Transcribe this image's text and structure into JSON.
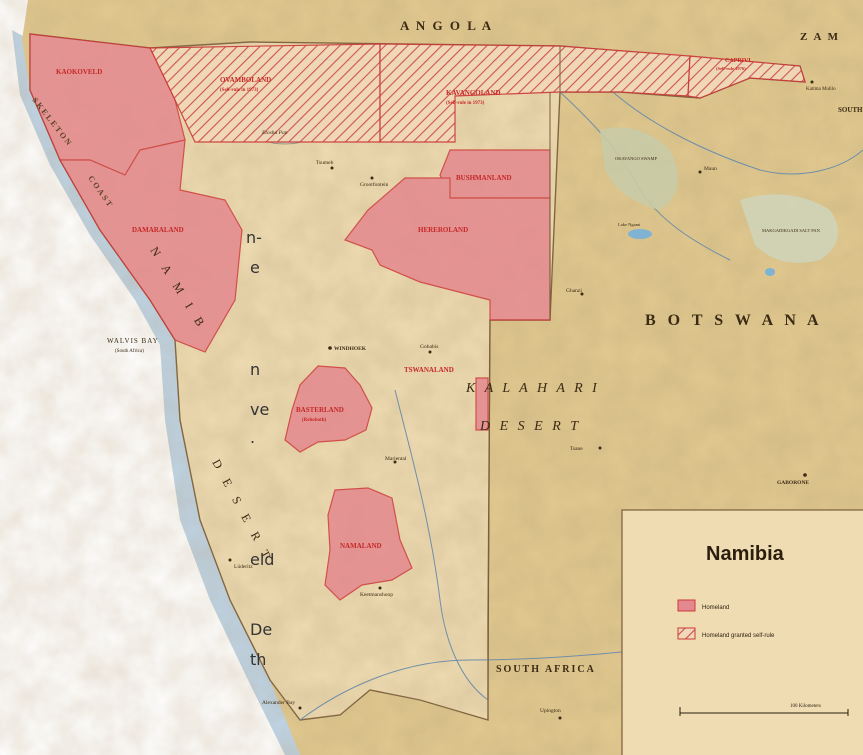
{
  "colors": {
    "sea": "#a8c6dd",
    "land_namibia": "#efdcb2",
    "land_neighbors": "#e1c98f",
    "homeland_fill": "#e4888f",
    "homeland_stroke": "#cc3a3a",
    "self_rule_hatch": "#cc4a4a",
    "border": "#7a5e3a",
    "label_red": "#c62828",
    "label_dark": "#3b2a14",
    "river": "#6f8fa8"
  },
  "countries": {
    "angola": "A N G O L A",
    "zambia": "Z A M",
    "botswana": "B O T S W A N A",
    "south_africa": "SOUTH AFRICA"
  },
  "physical": {
    "kalahari": "K A L A H A R I",
    "desert_kalahari": "D E S E R T",
    "namib": "N A M I B",
    "namib_desert": "D E S E R T",
    "skeleton_coast": "SKELETON",
    "coast": "COAST"
  },
  "enclave": {
    "name": "WALVIS BAY",
    "sub": "(South Africa)"
  },
  "homelands": [
    {
      "key": "kaokoveld",
      "name": "KAOKOVELD",
      "sub": ""
    },
    {
      "key": "ovamboland",
      "name": "OVAMBOLAND",
      "sub": "(Self-rule in 1973)"
    },
    {
      "key": "kavangoland",
      "name": "KAVANGOLAND",
      "sub": "(Self-rule in 1973)"
    },
    {
      "key": "caprivi",
      "name": "CAPRIVI",
      "sub": "(Self-rule 1976)"
    },
    {
      "key": "bushmanland",
      "name": "BUSHMANLAND",
      "sub": ""
    },
    {
      "key": "hereroland",
      "name": "HEREROLAND",
      "sub": ""
    },
    {
      "key": "damaraland",
      "name": "DAMARALAND",
      "sub": ""
    },
    {
      "key": "tswanaland",
      "name": "TSWANALAND",
      "sub": ""
    },
    {
      "key": "basterland",
      "name": "BASTERLAND",
      "sub": "(Rehoboth)"
    },
    {
      "key": "namaland",
      "name": "NAMALAND",
      "sub": ""
    }
  ],
  "places": {
    "windhoek": "WINDHOEK",
    "gaborone": "GABORONE",
    "ghanzi": "Ghanzi",
    "tsane": "Tsane",
    "tsumeb": "Tsumeb",
    "grootfontein": "Grootfontein",
    "keetmanshoop": "Keetmanshoop",
    "mariental": "Mariental",
    "luderitz": "Lüderitz",
    "okavango": "OKAVANGO SWAMP",
    "makgadikgadi": "MAKGADIKGADI SALT PAN",
    "etosha": "Etosha Pan",
    "lake_ngami": "Lake Ngami",
    "alexander_bay": "Alexander Bay",
    "upington": "Upington",
    "gobabis": "Gobabis",
    "maun": "Maun",
    "kasane": "Katima Mulilo",
    "south_rhodesia": "SOUTH RHOD"
  },
  "legend": {
    "title": "Namibia",
    "homeland": "Homeland",
    "self_rule": "Homeland granted self-rule",
    "scale": "100 Kilometers"
  },
  "page_text": {
    "line1": "n-",
    "line2": "e",
    "line3": "n",
    "line4": "ve",
    "line5": ".",
    "line6": "eld",
    "line7": "De",
    "line8": "th"
  }
}
